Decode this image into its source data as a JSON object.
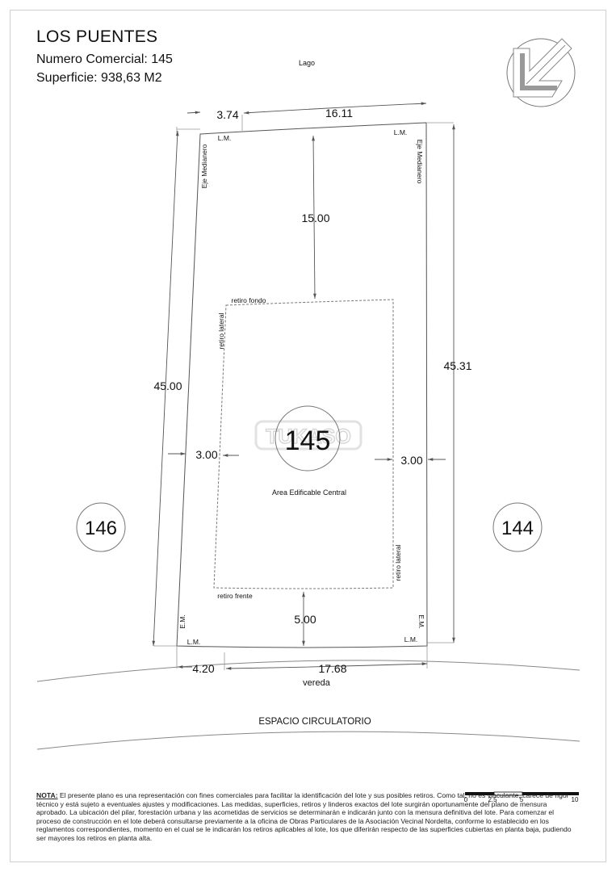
{
  "header": {
    "title": "LOS PUENTES",
    "commercial_number": "Numero Comercial: 145",
    "surface": "Superficie: 938,63 M2"
  },
  "labels": {
    "lake": "Lago",
    "lm": "L.M.",
    "em": "E.M.",
    "party_wall_axis": "Eje Medianero",
    "rear_setback": "retiro fondo",
    "side_setback": "retiro lateral",
    "front_setback": "retiro frente",
    "buildable_area": "Area Edificable Central",
    "sidewalk": "vereda",
    "circulation_space": "ESPACIO CIRCULATORIO",
    "watermark": "TUKASO"
  },
  "lots": {
    "current": "145",
    "left": "146",
    "right": "144"
  },
  "dimensions": {
    "top_left": "3.74",
    "top_right": "16.11",
    "rear_setback": "15.00",
    "left_side": "45.00",
    "right_side": "45.31",
    "left_setback": "3.00",
    "right_setback": "3.00",
    "front_setback": "5.00",
    "bottom_left": "4.20",
    "bottom_right": "17.68"
  },
  "scale": {
    "ticks": [
      "0",
      "2.5",
      "5",
      "10"
    ]
  },
  "note": {
    "label": "NOTA:",
    "text": "El presente plano es una representación con fines comerciales para facilitar la identificación del lote y sus posibles retiros. Como tal, no es vinculante, carece de rigor técnico y está sujeto a eventuales ajustes y modificaciones. Las medidas, superficies, retiros y linderos exactos del lote surgirán oportunamente del plano de mensura aprobado. La ubicación del pilar, forestación urbana y las acometidas de servicios se determinarán e indicarán junto con la mensura definitiva del lote. Para comenzar el proceso de construcción en el lote deberá consultarse previamente a la oficina de Obras Particulares de la Asociación Vecinal Nordelta, conforme lo establecido en los reglamentos correspondientes, momento en el cual se le indicarán los retiros aplicables al lote, los que diferirán respecto de las superficies cubiertas en planta baja, pudiendo ser mayores los retiros en planta alta."
  }
}
